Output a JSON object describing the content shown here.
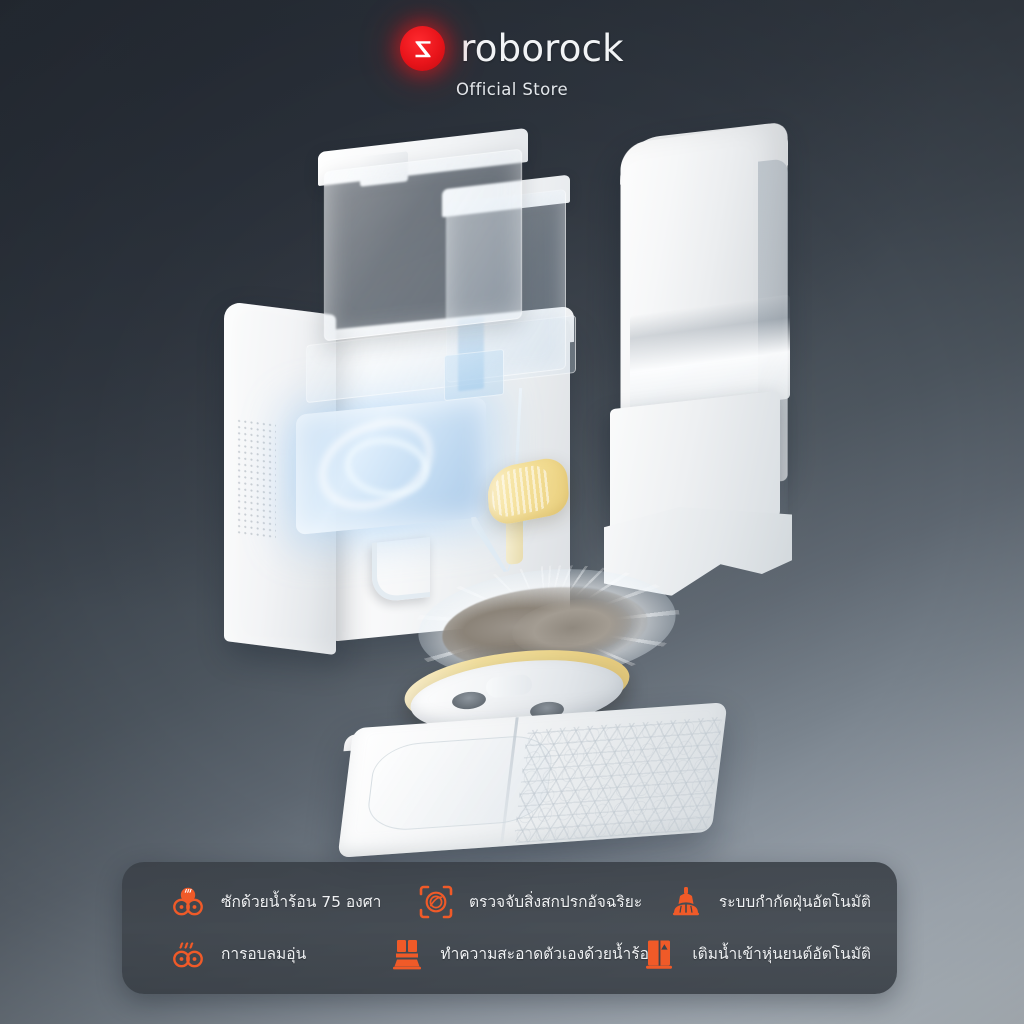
{
  "header": {
    "brand_name": "roborock",
    "store_label": "Official Store",
    "logo_icon": "roborock-z-mark-icon",
    "brand_red": "#e8141a"
  },
  "theme": {
    "background_top": "#272d36",
    "background_bottom": "#bcc4cb",
    "accent_orange": "#f05a28",
    "panel_bg": "#3e444b",
    "text_light": "#f0f2f4"
  },
  "product": {
    "name": "exploded-view-robot-vacuum-dock",
    "parts": [
      {
        "name": "clean-water-tank",
        "color": "#e8eff6"
      },
      {
        "name": "dirty-water-tank",
        "color": "#dceaf7"
      },
      {
        "name": "dock-body-left",
        "color": "#f3f4f6"
      },
      {
        "name": "heated-water-chamber-glow",
        "color": "#cde2f5"
      },
      {
        "name": "yellow-mop-scraper",
        "color": "#f2dc92"
      },
      {
        "name": "dirty-mop-pads",
        "color": "#8b8378"
      },
      {
        "name": "robot-base-plate",
        "color": "#f2f4f6"
      },
      {
        "name": "dock-base-tray",
        "color": "#eaedef"
      },
      {
        "name": "outer-shell-cover",
        "color": "#f6f7f8"
      }
    ]
  },
  "features": {
    "rows": [
      [
        {
          "icon": "hot-water-wash-icon",
          "label": "ซักด้วยน้ำร้อน 75 องศา"
        },
        {
          "icon": "dirt-detection-scan-icon",
          "label": "ตรวจจับสิ่งสกปรกอัจฉริยะ"
        },
        {
          "icon": "auto-dust-collection-icon",
          "label": "ระบบกำกัดฝุ่นอัตโนมัติ"
        }
      ],
      [
        {
          "icon": "warm-air-drying-icon",
          "label": "การอบลมอุ่น"
        },
        {
          "icon": "hot-water-self-clean-icon",
          "label": "ทำความสะอาดตัวเองด้วยน้ำร้อน"
        },
        {
          "icon": "auto-water-refill-icon",
          "label": "เติมน้ำเข้าหุ่นยนต์อัตโนมัติ"
        }
      ]
    ]
  }
}
